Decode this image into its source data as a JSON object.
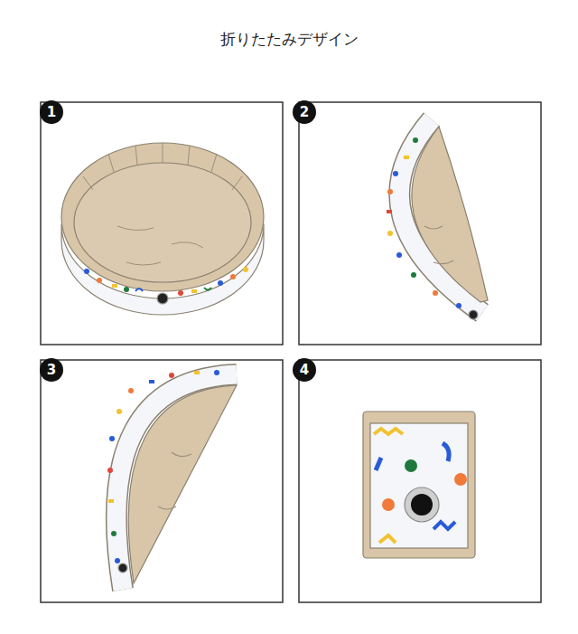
{
  "diagram": {
    "title": "折りたたみデザイン",
    "labels": [
      "1",
      "2",
      "3",
      "4"
    ]
  }
}
